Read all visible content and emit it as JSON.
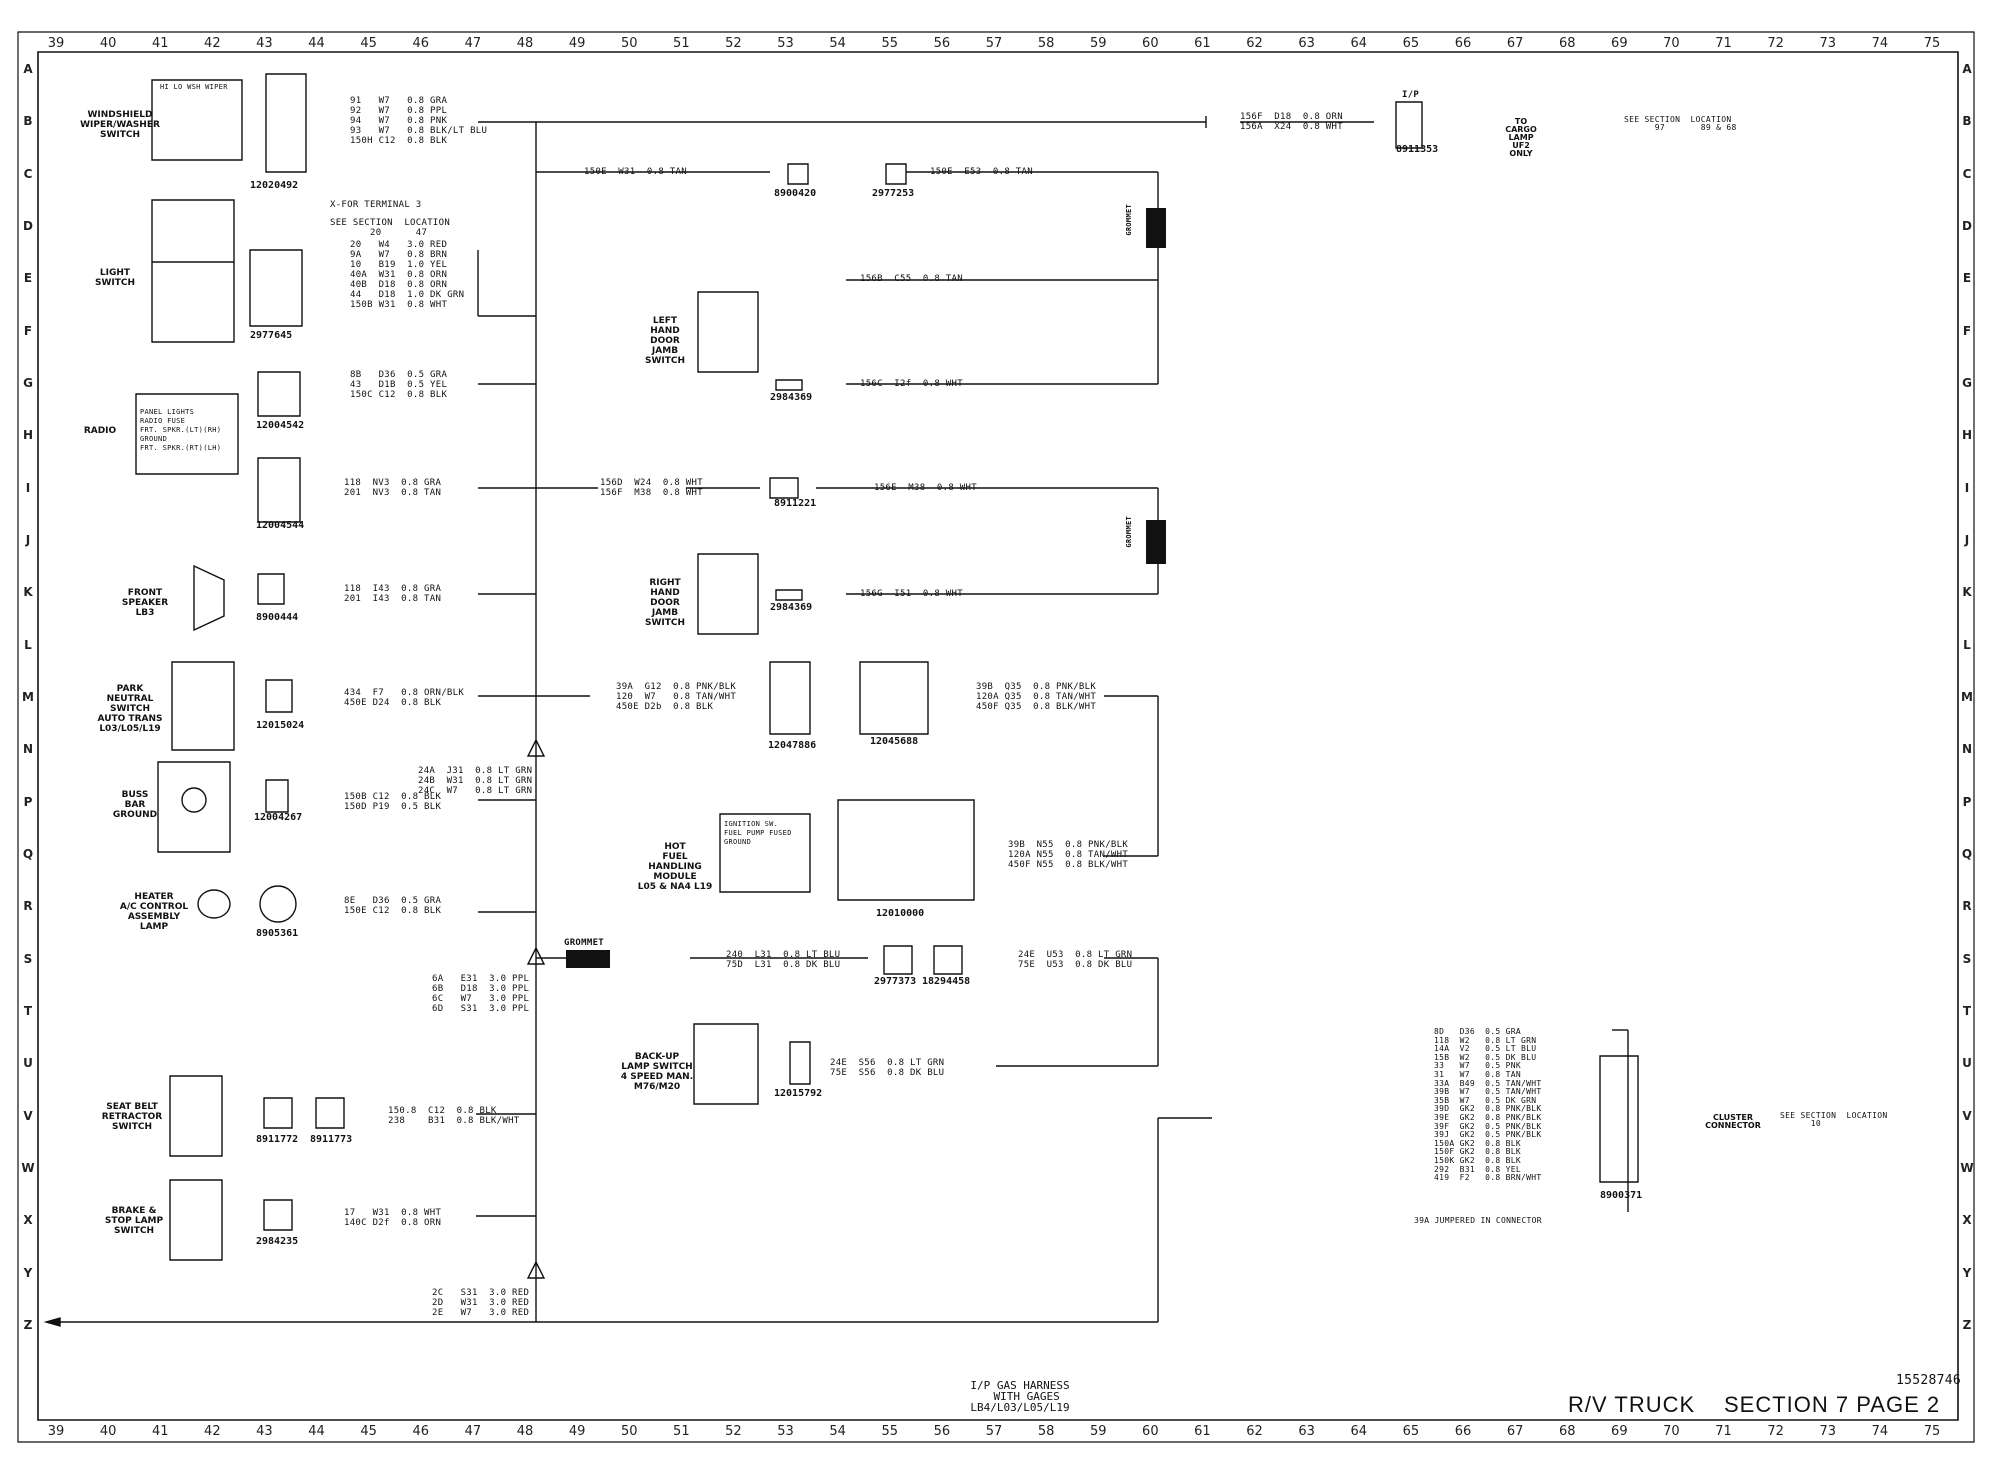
{
  "ruler_columns": [
    "39",
    "40",
    "41",
    "42",
    "43",
    "44",
    "45",
    "46",
    "47",
    "48",
    "49",
    "50",
    "51",
    "52",
    "53",
    "54",
    "55",
    "56",
    "57",
    "58",
    "59",
    "60",
    "61",
    "62",
    "63",
    "64",
    "65",
    "66",
    "67",
    "68",
    "69",
    "70",
    "71",
    "72",
    "73",
    "74",
    "75"
  ],
  "ruler_rows": [
    "A",
    "B",
    "C",
    "D",
    "E",
    "F",
    "G",
    "H",
    "I",
    "J",
    "K",
    "L",
    "M",
    "N",
    "P",
    "Q",
    "R",
    "S",
    "T",
    "U",
    "V",
    "W",
    "X",
    "Y",
    "Z"
  ],
  "components": {
    "wiper_switch": {
      "label": "WINDSHIELD\nWIPER/WASHER\nSWITCH",
      "connector": "12020492",
      "pins": "HI LO WSH WIPER"
    },
    "light_switch": {
      "label": "LIGHT\nSWITCH",
      "connector": "2977645",
      "note": "X-FOR TERMINAL 3",
      "see": "SEE SECTION  LOCATION\n       20      47"
    },
    "radio": {
      "label": "RADIO",
      "connector": "12004542",
      "box_text": "PANEL LIGHTS\nRADIO FUSE\nFRT. SPKR.(LT)(RH)\nGROUND\nFRT. SPKR.(RT)(LH)"
    },
    "conn_12004544": {
      "label": "12004544"
    },
    "front_speaker": {
      "label": "FRONT\nSPEAKER\nLB3",
      "connector": "8900444"
    },
    "park_neutral": {
      "label": "PARK\nNEUTRAL\nSWITCH\nAUTO TRANS\nL03/L05/L19",
      "connector": "12015024"
    },
    "buss_bar": {
      "label": "BUSS\nBAR\nGROUND",
      "connector": "12004267"
    },
    "heater_lamp": {
      "label": "HEATER\nA/C CONTROL\nASSEMBLY\nLAMP",
      "connector": "8905361"
    },
    "seat_belt": {
      "label": "SEAT BELT\nRETRACTOR\nSWITCH",
      "connector_a": "8911772",
      "connector_b": "8911773"
    },
    "brake_switch": {
      "label": "BRAKE &\nSTOP LAMP\nSWITCH",
      "connector": "2984235"
    },
    "lh_door": {
      "label": "LEFT\nHAND\nDOOR\nJAMB\nSWITCH",
      "connector": "2984369"
    },
    "rh_door": {
      "label": "RIGHT\nHAND\nDOOR\nJAMB\nSWITCH",
      "connector": "2984369"
    },
    "backup": {
      "label": "BACK-UP\nLAMP SWITCH\n4 SPEED MAN.\nM76/M20",
      "connector": "12015792"
    },
    "hot_fuel": {
      "label": "HOT\nFUEL\nHANDLING\nMODULE\nL05 & NA4 L19",
      "connector": "12010000",
      "box_text": "IGNITION SW.\nFUEL PUMP FUSED\nGROUND"
    },
    "cargo_lamp": {
      "label": "TO\nCARGO\nLAMP\nUF2\nONLY",
      "connector": "8911353",
      "ip": "I/P",
      "see": "SEE SECTION  LOCATION\n      97       89 & 68"
    },
    "cluster": {
      "label": "CLUSTER\nCONNECTOR",
      "connector": "8900371",
      "see": "SEE SECTION  LOCATION\n      10",
      "note": "39A JUMPERED IN CONNECTOR"
    }
  },
  "connectors_misc": [
    "8900420",
    "2977253",
    "8911221",
    "12047886",
    "12045688",
    "2977373",
    "18294458"
  ],
  "grommet_label": "GROMMET",
  "wire_tables": {
    "wiper": [
      "91   W7   0.8 GRA",
      "92   W7   0.8 PPL",
      "94   W7   0.8 PNK",
      "93   W7   0.8 BLK/LT BLU",
      "150H C12  0.8 BLK"
    ],
    "light": [
      "20   W4   3.0 RED",
      "9A   W7   0.8 BRN",
      "10   B19  1.0 YEL",
      "40A  W31  0.8 ORN",
      "40B  D18  0.8 ORN",
      "44   D18  1.0 DK GRN",
      "150B W31  0.8 WHT"
    ],
    "radio": [
      "8B   D36  0.5 GRA",
      "43   D1B  0.5 YEL",
      "150C C12  0.8 BLK"
    ],
    "c12004544": [
      "118  NV3  0.8 GRA",
      "201  NV3  0.8 TAN"
    ],
    "speaker": [
      "118  I43  0.8 GRA",
      "201  I43  0.8 TAN"
    ],
    "park": [
      "434  F7   0.8 ORN/BLK",
      "450E D24  0.8 BLK"
    ],
    "buss": [
      "150B C12  0.8 BLK",
      "150D P19  0.5 BLK"
    ],
    "buss_r": [
      "24A  J31  0.8 LT GRN",
      "24B  W31  0.8 LT GRN",
      "24C  W7   0.8 LT GRN"
    ],
    "heater": [
      "8E   D36  0.5 GRA",
      "150E C12  0.8 BLK"
    ],
    "seatbelt": [
      "150.8  C12  0.8 BLK",
      "238    B31  0.8 BLK/WHT"
    ],
    "brake": [
      "17   W31  0.8 WHT",
      "140C D2f  0.8 ORN"
    ],
    "top_mid": [
      "150E  W31  0.8 TAN"
    ],
    "top_r": [
      "150E  E53  0.8 TAN"
    ],
    "lhdoor_a": [
      "156B  C55  0.8 TAN"
    ],
    "lhdoor_b": [
      "156C  I2f  0.8 WHT"
    ],
    "mid_i": [
      "156D  W24  0.8 WHT",
      "156F  M38  0.8 WHT"
    ],
    "mid_i_r": [
      "156E  M38  0.8 WHT"
    ],
    "rhdoor": [
      "156G  I51  0.8 WHT"
    ],
    "m_left": [
      "39A  G12  0.8 PNK/BLK",
      "120  W7   0.8 TAN/WHT",
      "450E D2b  0.8 BLK"
    ],
    "m_right": [
      "39B  Q35  0.8 PNK/BLK",
      "120A Q35  0.8 TAN/WHT",
      "450F Q35  0.8 BLK/WHT"
    ],
    "hot_r": [
      "39B  N55  0.8 PNK/BLK",
      "120A N55  0.8 TAN/WHT",
      "450F N55  0.8 BLK/WHT"
    ],
    "s_mid": [
      "240  L31  0.8 LT BLU",
      "75D  L31  0.8 DK BLU"
    ],
    "s_right": [
      "24E  U53  0.8 LT GRN",
      "75E  U53  0.8 DK BLU"
    ],
    "backup": [
      "24E  S56  0.8 LT GRN",
      "75E  S56  0.8 DK BLU"
    ],
    "top_far": [
      "156F  D18  0.8 ORN",
      "156A  X24  0.8 WHT"
    ],
    "t_feed": [
      "6A   E31  3.0 PPL",
      "6B   D18  3.0 PPL",
      "6C   W7   3.0 PPL",
      "6D   S31  3.0 PPL"
    ],
    "z_feed": [
      "2C   S31  3.0 RED",
      "2D   W31  3.0 RED",
      "2E   W7   3.0 RED"
    ],
    "cluster": [
      "8D   D36  0.5 GRA",
      "118  W2   0.8 LT GRN",
      "14A  V2   0.5 LT BLU",
      "15B  W2   0.5 DK BLU",
      "33   W7   0.5 PNK",
      "31   W7   0.8 TAN",
      "33A  B49  0.5 TAN/WHT",
      "39B  W7   0.5 TAN/WHT",
      "35B  W7   0.5 DK GRN",
      "39D  GK2  0.8 PNK/BLK",
      "39E  GK2  0.8 PNK/BLK",
      "39F  GK2  0.5 PNK/BLK",
      "39J  GK2  0.5 PNK/BLK",
      "150A GK2  0.8 BLK",
      "150F GK2  0.8 BLK",
      "150K GK2  0.8 BLK",
      "292  B31  0.8 YEL",
      "419  F2   0.8 BRN/WHT"
    ]
  },
  "title_block": {
    "harness": "I/P GAS HARNESS\n  WITH GAGES\nLB4/L03/L05/L19",
    "part_no": "15528746",
    "truck": "R/V TRUCK",
    "section": "SECTION 7 PAGE 2"
  }
}
